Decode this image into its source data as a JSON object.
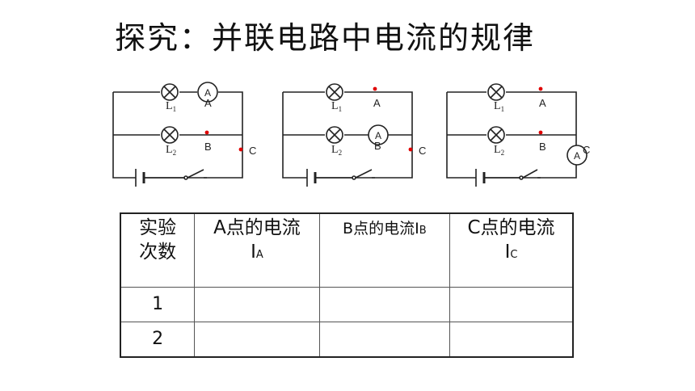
{
  "title": "探究：并联电路中电流的规律",
  "circuits": [
    {
      "l1": "L",
      "l1_sub": "1",
      "l2": "L",
      "l2_sub": "2",
      "ammeter": "A",
      "point_a": "A",
      "point_b": "B",
      "point_c": "C"
    },
    {
      "l1": "L",
      "l1_sub": "1",
      "l2": "L",
      "l2_sub": "2",
      "ammeter": "A",
      "point_a": "A",
      "point_b": "B",
      "point_c": "C"
    },
    {
      "l1": "L",
      "l1_sub": "1",
      "l2": "L",
      "l2_sub": "2",
      "ammeter": "A",
      "point_a": "A",
      "point_b": "B",
      "point_c": "C"
    }
  ],
  "colors": {
    "point": "#e00000",
    "line": "#222222"
  },
  "table": {
    "header_times_line1": "实验",
    "header_times_line2": "次数",
    "header_a": "A点的电流",
    "header_a_sym": "I",
    "header_a_sub": "A",
    "header_b": "B点的电流",
    "header_b_sym": "I",
    "header_b_sub": "B",
    "header_c": "C点的电流",
    "header_c_sym": "I",
    "header_c_sub": "C",
    "rows": [
      {
        "index": "1",
        "ia": "",
        "ib": "",
        "ic": ""
      },
      {
        "index": "2",
        "ia": "",
        "ib": "",
        "ic": ""
      }
    ]
  }
}
